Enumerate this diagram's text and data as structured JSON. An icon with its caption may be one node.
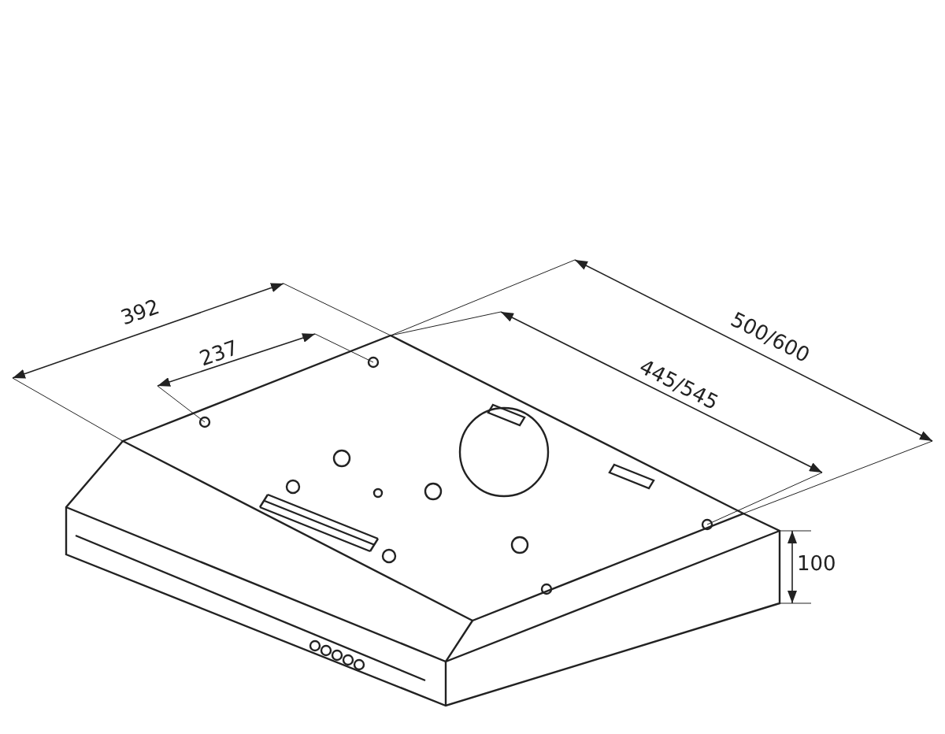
{
  "diagram": {
    "labels": [
      "392",
      "237",
      "500/600",
      "445/545",
      "100"
    ]
  }
}
